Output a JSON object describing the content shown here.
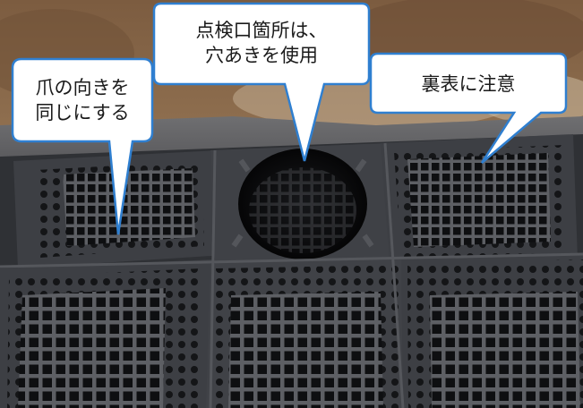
{
  "callouts": {
    "claw": {
      "line1": "爪の向きを",
      "line2": "同じにする"
    },
    "inspection": {
      "line1": "点検口箇所は、",
      "line2": "穴あきを使用"
    },
    "sides": {
      "line1": "裏表に注意"
    }
  },
  "colors": {
    "callout_fill": "#ffffff",
    "callout_border": "#2f7fd0",
    "grate": "#2b2d31",
    "grate_rim": "#45474c",
    "soil": "#8a6a4a"
  }
}
